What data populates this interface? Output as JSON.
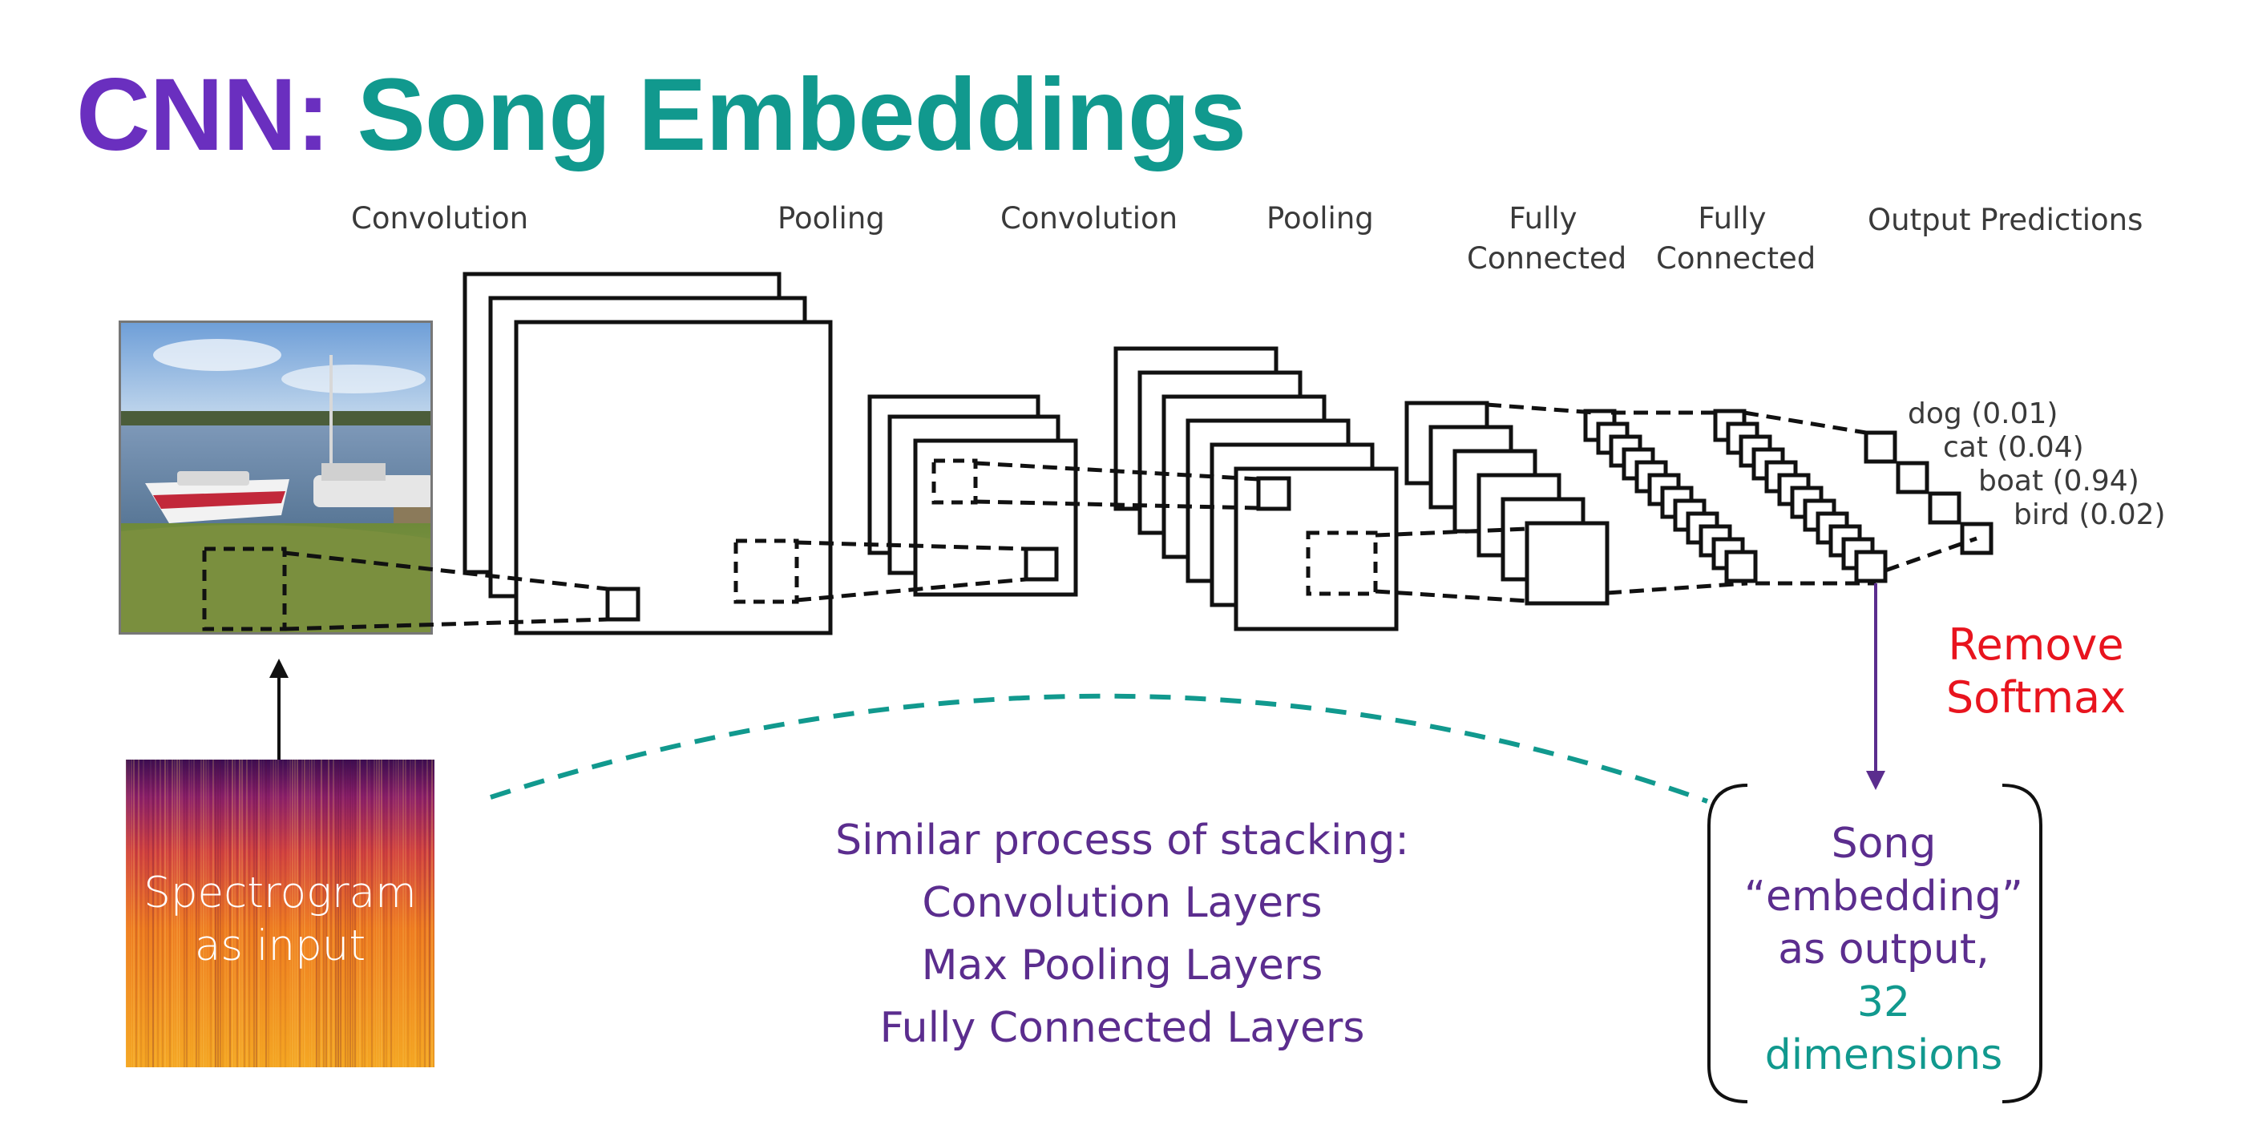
{
  "title": {
    "part1": "CNN:",
    "part2": "Song Embeddings"
  },
  "layer_labels": {
    "conv1": "Convolution",
    "pool1": "Pooling",
    "conv2": "Convolution",
    "pool2": "Pooling",
    "fc1_line1": "Fully",
    "fc1_line2": "Connected",
    "fc2_line1": "Fully",
    "fc2_line2": "Connected",
    "output": "Output Predictions"
  },
  "predictions": [
    {
      "text": "dog (0.01)"
    },
    {
      "text": "cat (0.04)"
    },
    {
      "text": "boat (0.94)"
    },
    {
      "text": "bird (0.02)"
    }
  ],
  "spectrogram": {
    "line1": "Spectrogram",
    "line2": "as input"
  },
  "remove_softmax": {
    "line1": "Remove",
    "line2": "Softmax"
  },
  "similar_process": {
    "heading": "Similar process of stacking:",
    "items": [
      "Convolution Layers",
      "Max Pooling Layers",
      "Fully Connected Layers"
    ]
  },
  "embedding": {
    "line1": "Song",
    "line2": "“embedding”",
    "line3": "as output,",
    "line4": "32",
    "line5": "dimensions"
  },
  "colors": {
    "purple": "#6a2fbf",
    "teal": "#11998e",
    "red": "#e8141e",
    "text_purple": "#5b2d8e"
  }
}
